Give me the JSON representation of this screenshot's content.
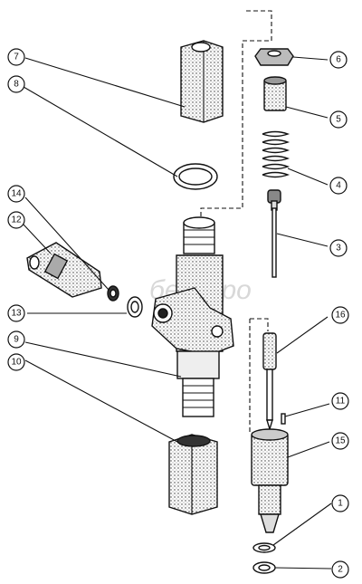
{
  "watermark": "бегагро",
  "callouts": [
    {
      "id": "7"
    },
    {
      "id": "8"
    },
    {
      "id": "14"
    },
    {
      "id": "12"
    },
    {
      "id": "13"
    },
    {
      "id": "9"
    },
    {
      "id": "10"
    },
    {
      "id": "6"
    },
    {
      "id": "5"
    },
    {
      "id": "4"
    },
    {
      "id": "3"
    },
    {
      "id": "16"
    },
    {
      "id": "11"
    },
    {
      "id": "15"
    },
    {
      "id": "1"
    },
    {
      "id": "2"
    }
  ]
}
